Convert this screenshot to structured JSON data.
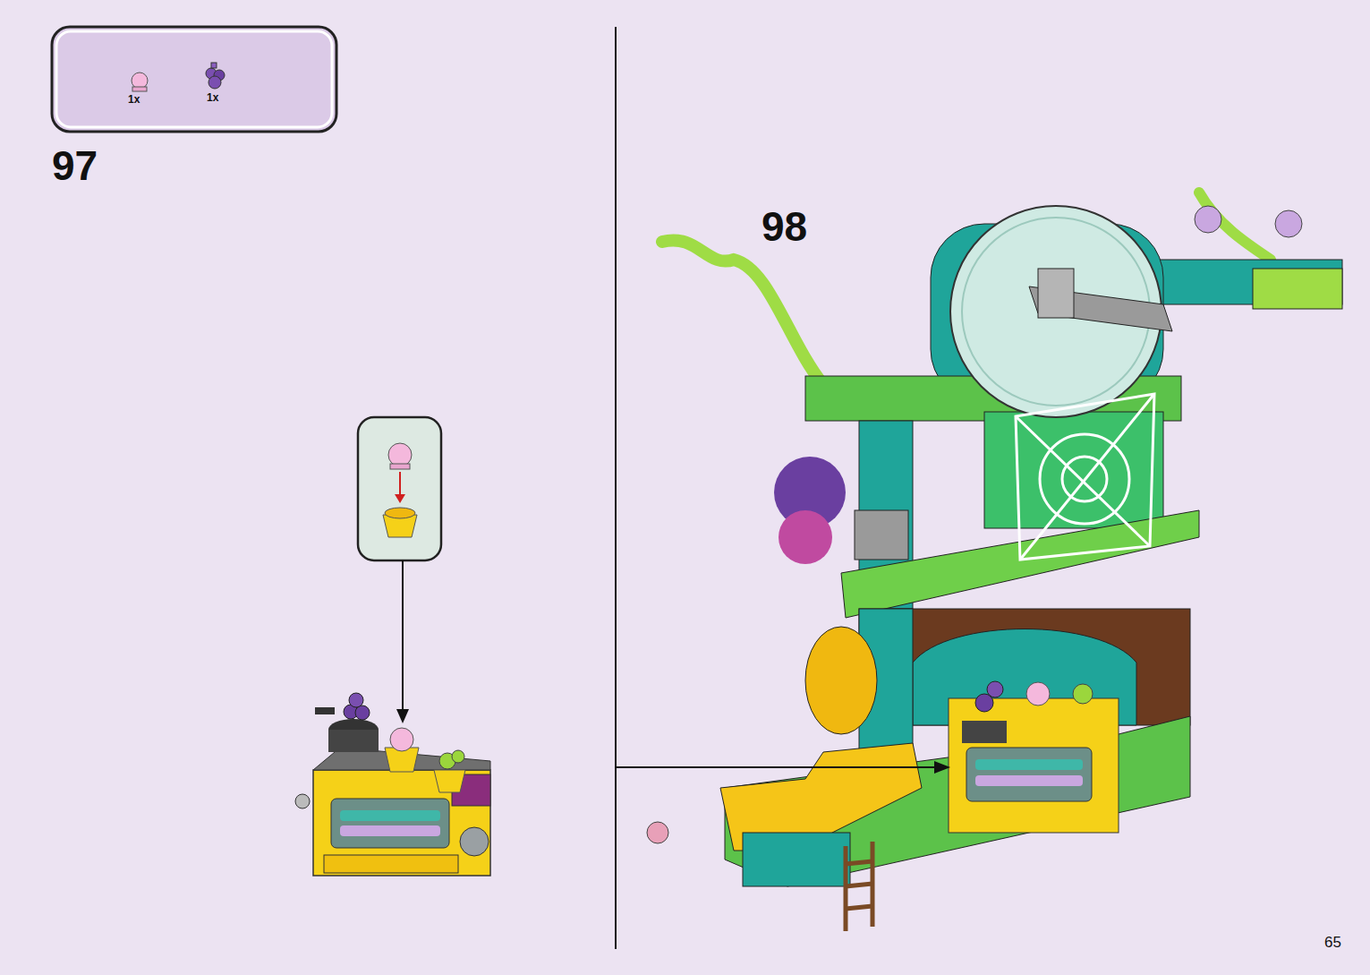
{
  "diagram": {
    "nodes": [
      {
        "text": [
          "1x",
          "1x"
        ]
      }
    ],
    "labels": [
      "97",
      "98",
      "65"
    ]
  }
}
